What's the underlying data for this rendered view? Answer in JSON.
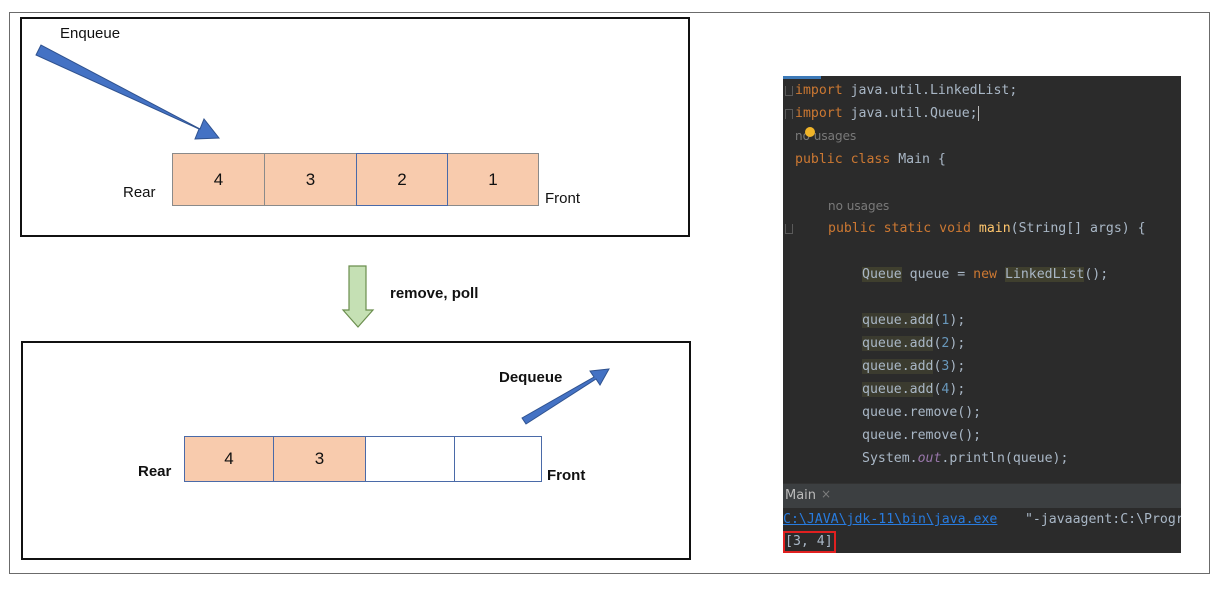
{
  "top_panel": {
    "action_label": "Enqueue",
    "rear_label": "Rear",
    "front_label": "Front",
    "cells": [
      "4",
      "3",
      "2",
      "1"
    ]
  },
  "transition": {
    "label": "remove, poll"
  },
  "bottom_panel": {
    "action_label": "Dequeue",
    "rear_label": "Rear",
    "front_label": "Front",
    "cells": [
      "4",
      "3",
      "",
      ""
    ]
  },
  "code": {
    "import1_kw": "import",
    "import1_rest": " java.util.LinkedList;",
    "import2_kw": "import",
    "import2_rest": " java.util.Queue;",
    "hint1": "no usages",
    "class_kw": "public class",
    "class_rest": " Main {",
    "hint2": "no usages",
    "main_kw": "public static void",
    "main_name": "main",
    "main_rest": "(String[] args) {",
    "decl_type": "Queue",
    "decl_mid": " queue = ",
    "decl_new": "new",
    "decl_impl": "LinkedList",
    "decl_end": "();",
    "add_calls": [
      {
        "prefix": "queue.add",
        "arg": "1"
      },
      {
        "prefix": "queue.add",
        "arg": "2"
      },
      {
        "prefix": "queue.add",
        "arg": "3"
      },
      {
        "prefix": "queue.add",
        "arg": "4"
      }
    ],
    "remove1": "queue.remove();",
    "remove2": "queue.remove();",
    "print_pre": "System.",
    "print_out": "out",
    "print_post": ".println(queue);"
  },
  "run": {
    "tab_label": "Main",
    "close_glyph": "×",
    "path": "C:\\JAVA\\jdk-11\\bin\\java.exe",
    "args": " \"-javaagent:C:\\Progr",
    "output": "[3, 4]"
  },
  "colors": {
    "cell_fill": "#f8cbad",
    "cell_border": "#4a6aa8",
    "enqueue_arrow": "#4472c4",
    "transition_arrow": "#c5e0b4",
    "code_bg": "#2b2b2b",
    "output_highlight": "#e02020"
  }
}
